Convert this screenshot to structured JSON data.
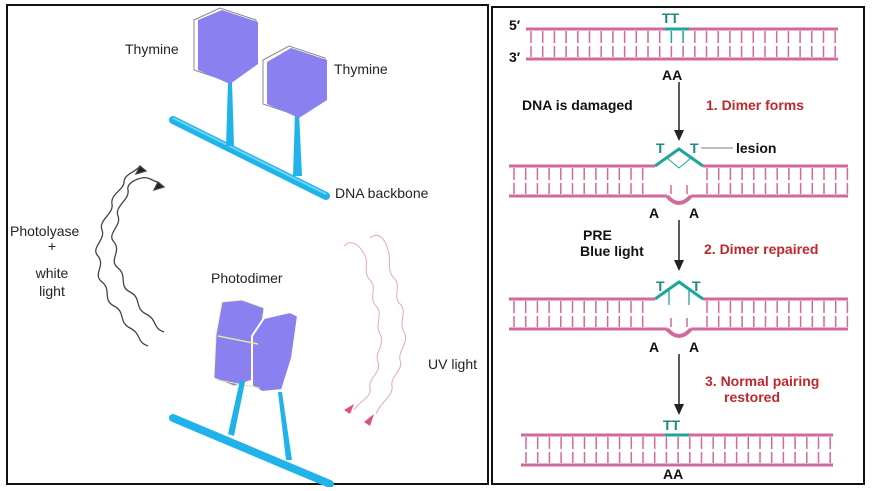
{
  "left": {
    "labels": {
      "thymine_1": "Thymine",
      "thymine_2": "Thymine",
      "dna_backbone": "DNA backbone",
      "photolyase_line1": "Photolyase",
      "photolyase_line2": "+",
      "photolyase_line3": "white",
      "photolyase_line4": "light",
      "photodimer": "Photodimer",
      "uv_light": "UV light"
    },
    "colors": {
      "base": "#8a80f0",
      "backbone": "#1fb3ea",
      "uv_wave": "#e89ab8",
      "white_light_wave": "#444444"
    }
  },
  "right": {
    "labels": {
      "five_prime": "5′",
      "three_prime": "3′",
      "tt_top": "TT",
      "aa_top": "AA",
      "dna_damaged": "DNA is damaged",
      "step1": "1. Dimer forms",
      "t_left": "T",
      "t_right": "T",
      "lesion": "lesion",
      "a_left_1": "A",
      "a_right_1": "A",
      "pre": "PRE",
      "blue_light": "Blue light",
      "step2": "2. Dimer repaired",
      "t_left_2": "T",
      "t_right_2": "T",
      "a_left_2": "A",
      "a_right_2": "A",
      "step3_line1": "3. Normal pairing",
      "step3_line2": "restored",
      "tt_bottom": "TT",
      "aa_bottom": "AA"
    },
    "colors": {
      "strand": "#d2689b",
      "thymine": "#1fa59a",
      "step_text": "#c0272d"
    }
  }
}
